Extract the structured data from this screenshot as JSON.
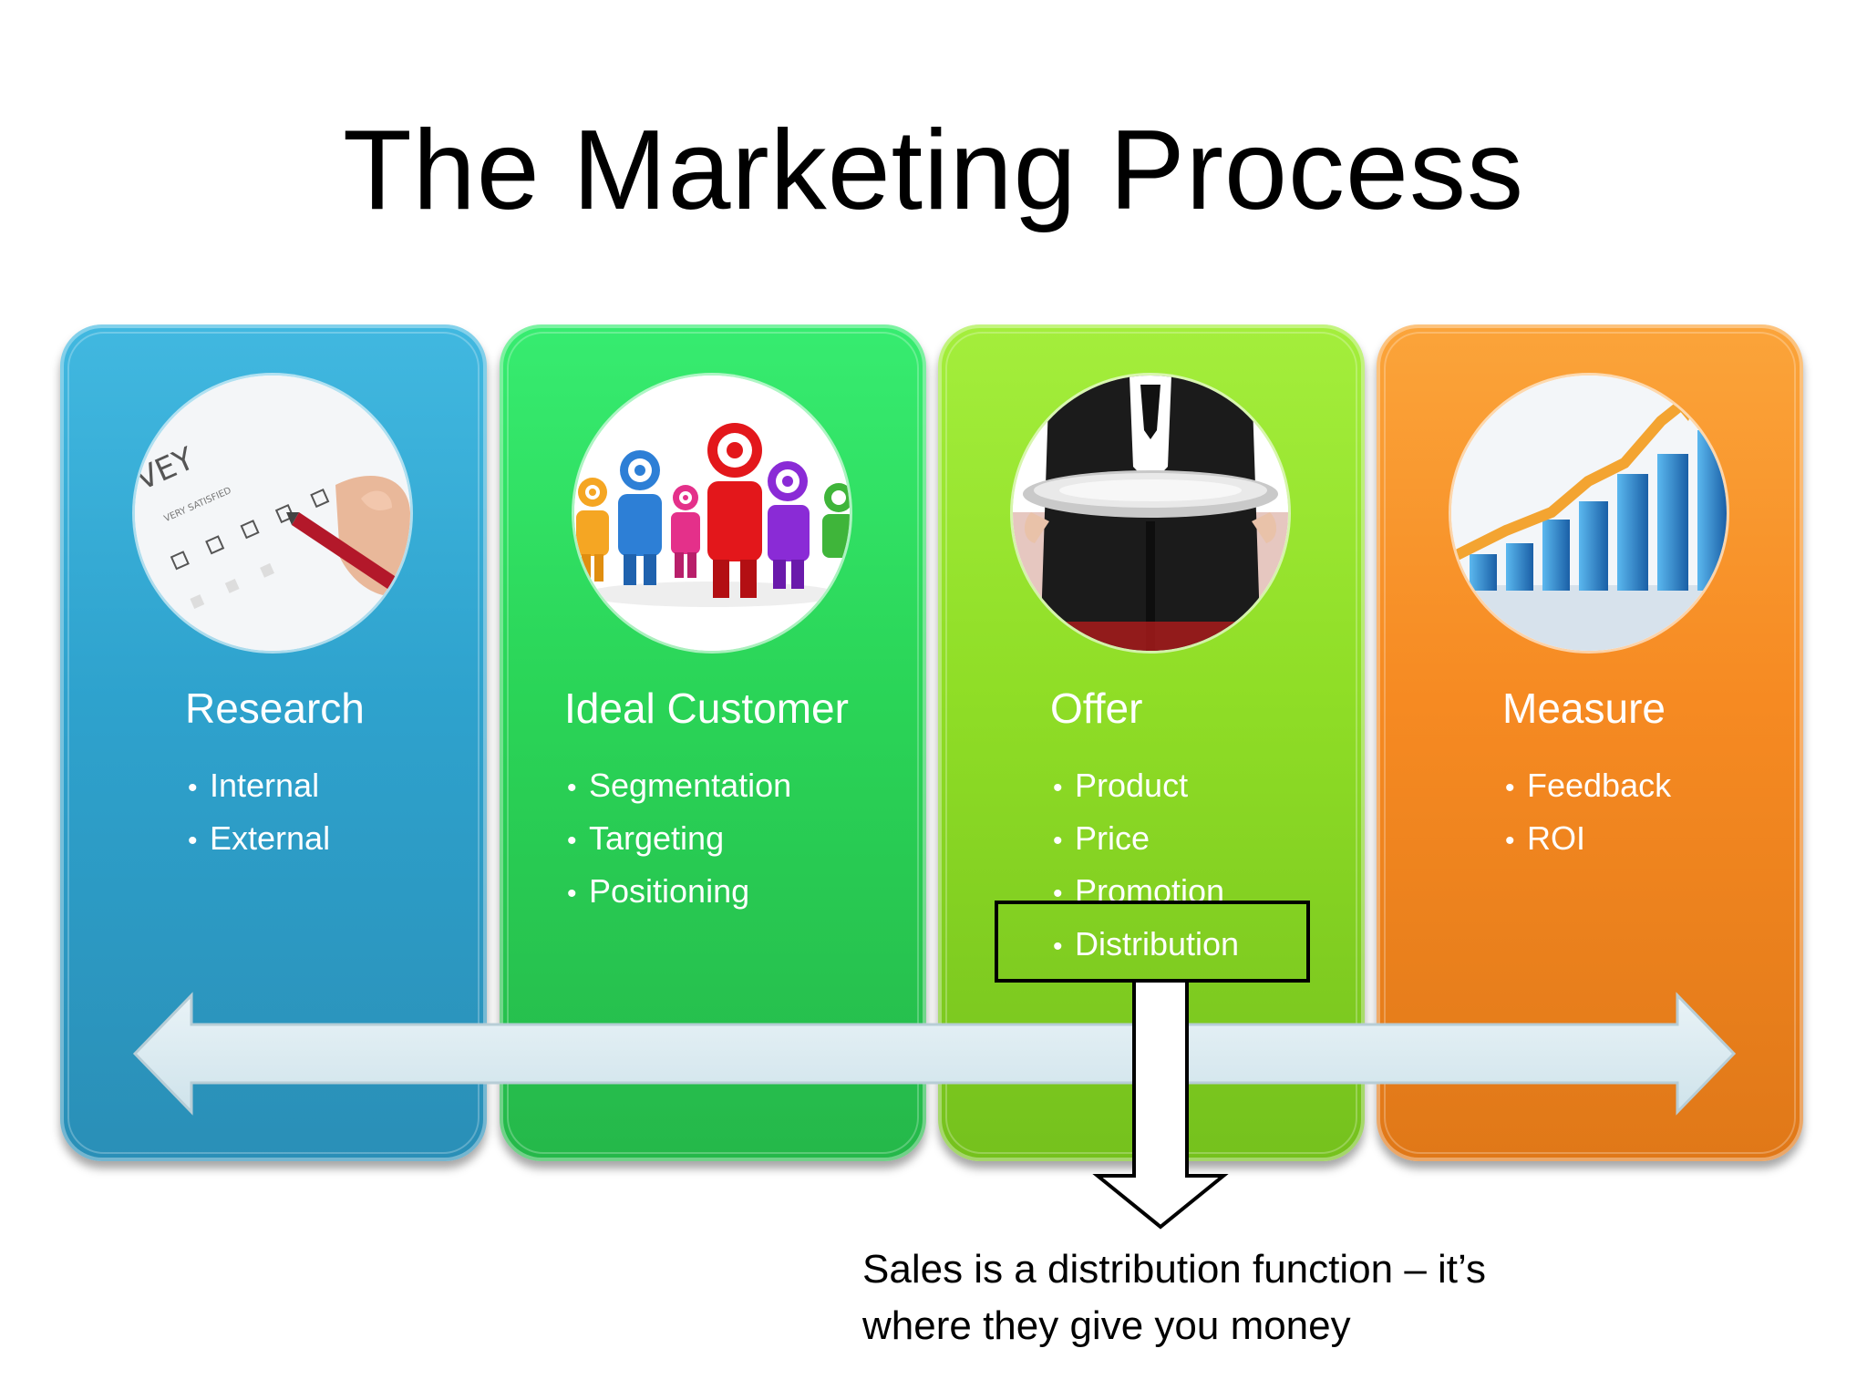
{
  "slide": {
    "title": "The Marketing Process"
  },
  "stages": [
    {
      "heading": "Research",
      "bullets": [
        "Internal",
        "External"
      ],
      "color": "#2ea2cd",
      "icon": "survey-checkbox-image"
    },
    {
      "heading": "Ideal Customer",
      "bullets": [
        "Segmentation",
        "Targeting",
        "Positioning"
      ],
      "color": "#2ad457",
      "icon": "target-people-image"
    },
    {
      "heading": "Offer",
      "bullets": [
        "Product",
        "Price",
        "Promotion",
        "Distribution"
      ],
      "color": "#8fdd26",
      "icon": "waiter-tray-image"
    },
    {
      "heading": "Measure",
      "bullets": [
        "Feedback",
        "ROI"
      ],
      "color": "#f68a22",
      "icon": "growth-bar-chart-image"
    }
  ],
  "photo_labels": {
    "survey_letters": "VEY",
    "survey_subtext": "VERY SATISFIED"
  },
  "bullet_marker": "•",
  "callout": {
    "text_line1": "Sales is a distribution function – it’s",
    "text_line2": "where they give you money"
  },
  "colors": {
    "arrow_fill": "#dcecf2",
    "highlight_border": "#000000"
  }
}
